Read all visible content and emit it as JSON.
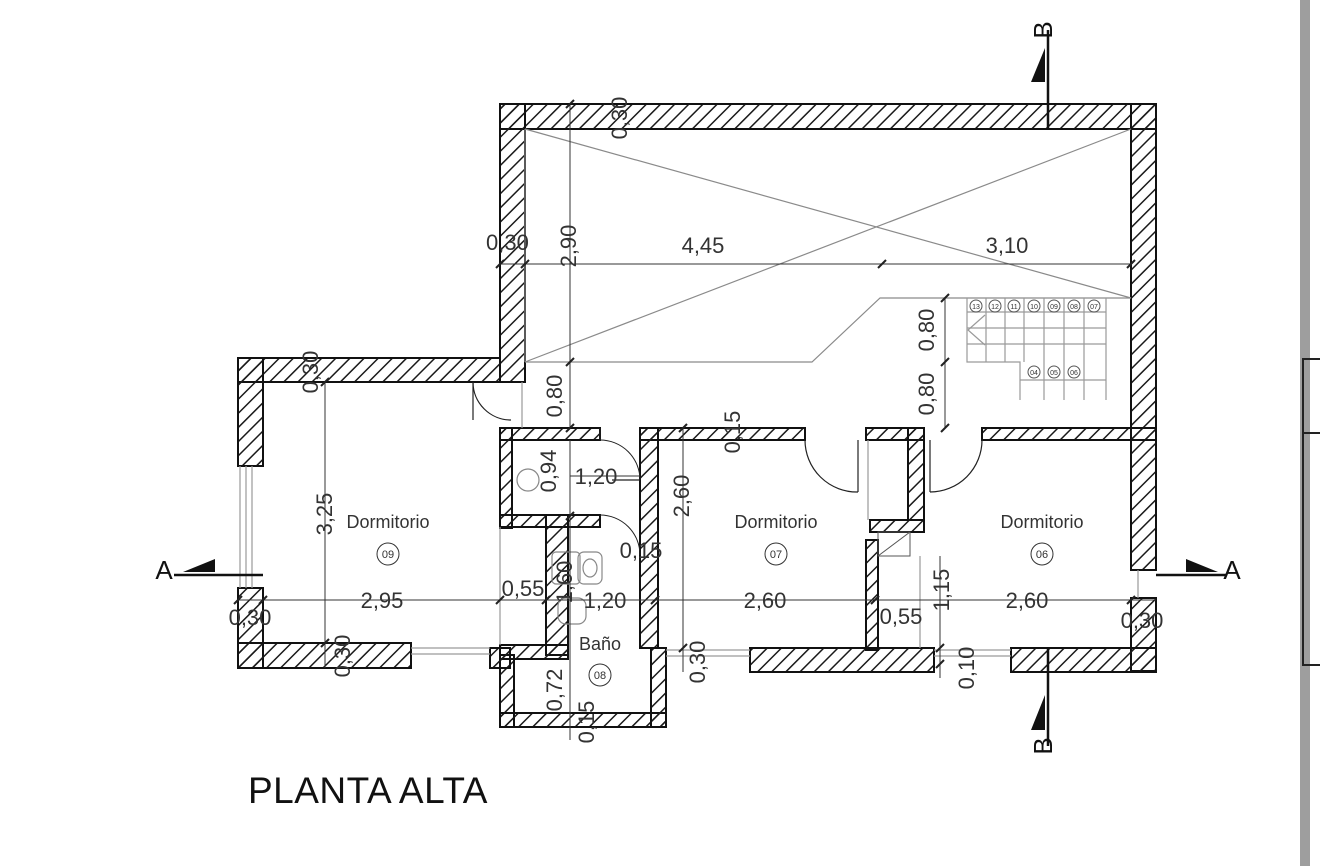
{
  "drawing_title": "PLANTA ALTA",
  "rooms": [
    {
      "name": "Dormitorio",
      "number": "09"
    },
    {
      "name": "Dormitorio",
      "number": "07"
    },
    {
      "name": "Dormitorio",
      "number": "06"
    },
    {
      "name": "Baño",
      "number": "08"
    }
  ],
  "section_marks": {
    "a_left": "A",
    "a_right": "A",
    "b_top": "B",
    "b_bottom": "B"
  },
  "dimensions": {
    "top_wall": "0,30",
    "upper_left_wall": "0,30",
    "upper_height": "2,90",
    "upper_width_left": "4,45",
    "upper_width_right": "3,10",
    "stair_upper": "0,80",
    "stair_lower": "0,80",
    "hall": "0,80",
    "partition_wall": "0,15",
    "left_top_wall": "0,30",
    "left_room_height": "3,25",
    "closet_depth": "0,94",
    "closet_width": "1,20",
    "mid_room_height": "2,60",
    "bath_wall": "0,15",
    "left_side_wall": "0,30",
    "left_room_width": "2,95",
    "bath_gap": "0,55",
    "bath_height": "1,60",
    "bath_width": "1,20",
    "mid_room_width": "2,60",
    "right_gap": "0,55",
    "right_closet": "1,15",
    "right_room_width": "2,60",
    "right_side_wall": "0,30",
    "left_bottom_wall": "0,30",
    "mid_bottom_wall": "0,30",
    "window_gap": "0,10",
    "bath_lower": "0,72",
    "bath_bottom_wall": "0,15"
  },
  "stair_steps": [
    "13",
    "12",
    "11",
    "10",
    "09",
    "08",
    "07",
    "04",
    "05",
    "06"
  ]
}
